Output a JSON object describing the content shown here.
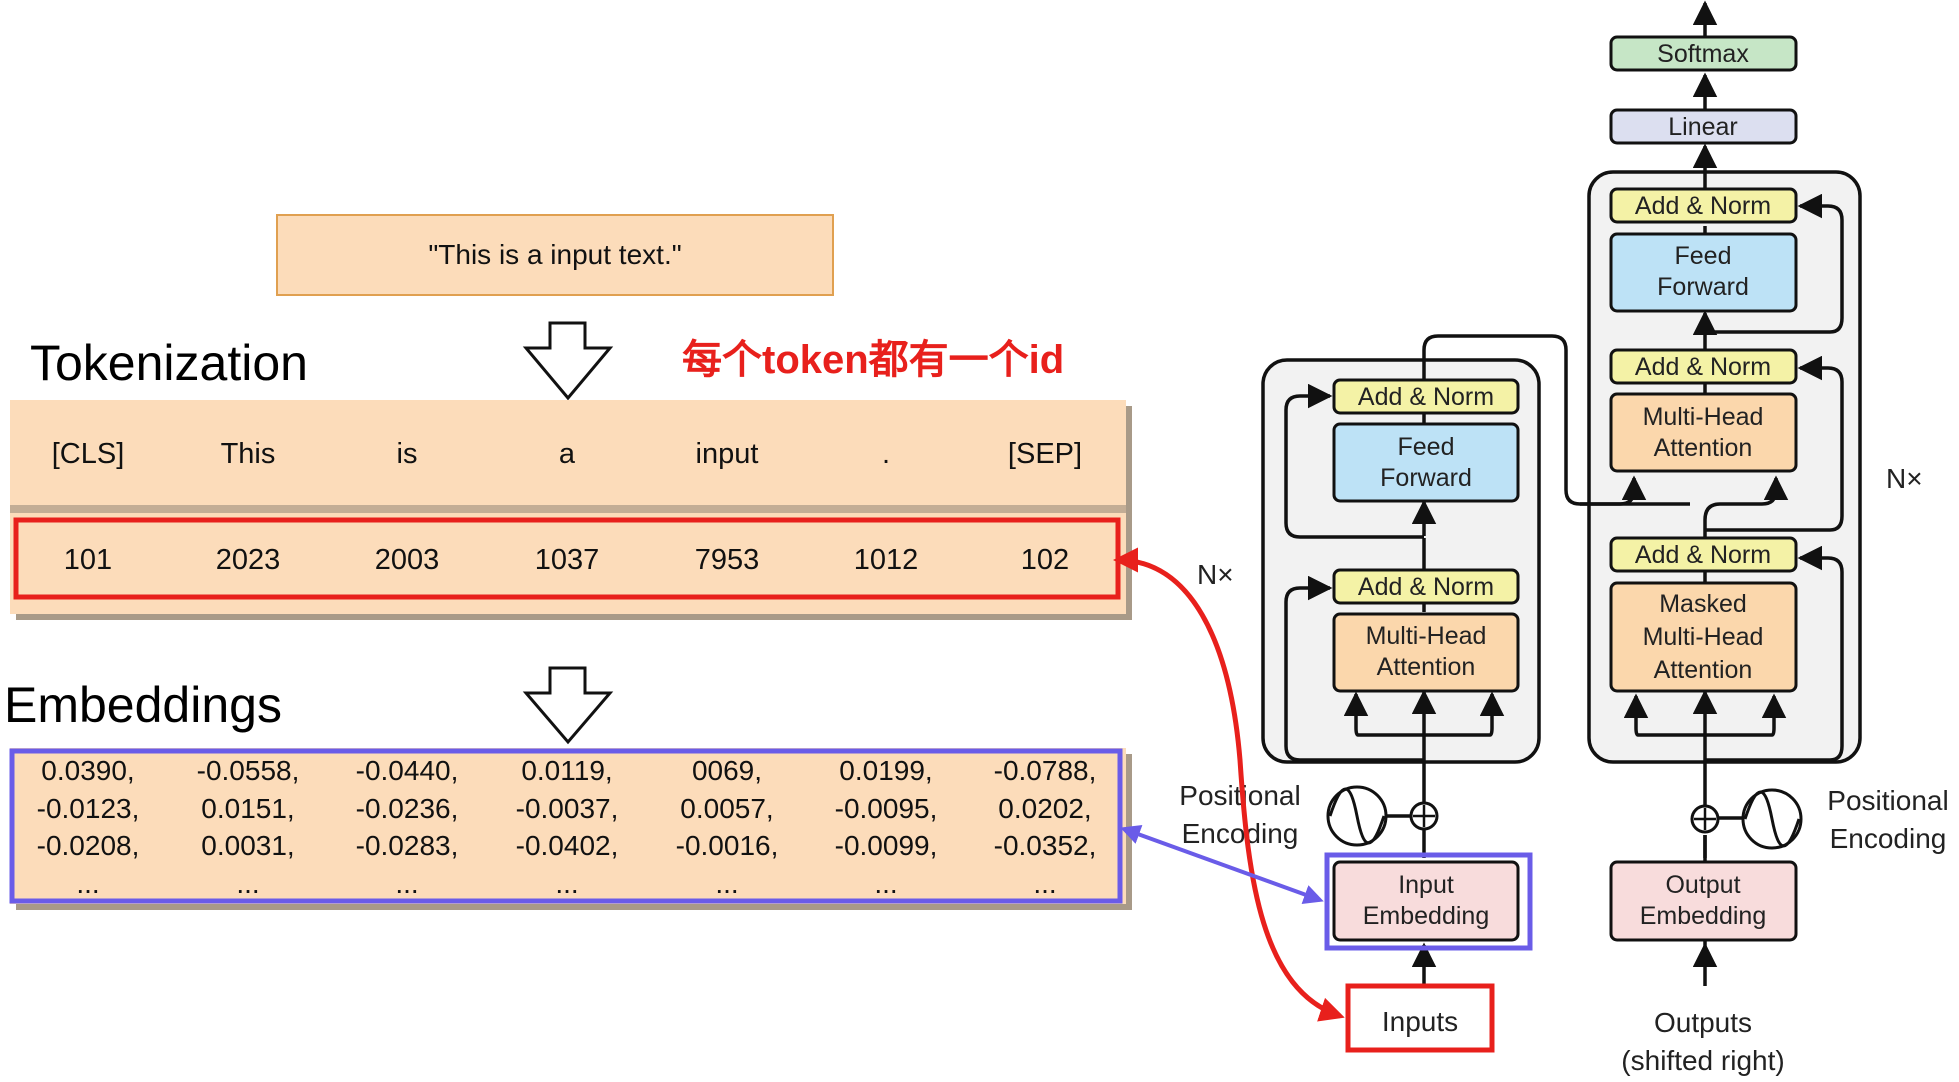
{
  "input_text": "\"This is a input text.\"",
  "tokenization": {
    "heading": "Tokenization",
    "note": "每个token都有一个id",
    "tokens": [
      "[CLS]",
      "This",
      "is",
      "a",
      "input",
      ".",
      "[SEP]"
    ],
    "ids": [
      "101",
      "2023",
      "2003",
      "1037",
      "7953",
      "1012",
      "102"
    ]
  },
  "embeddings": {
    "heading": "Embeddings",
    "columns": [
      [
        "0.0390,",
        "-0.0123,",
        "-0.0208,",
        "..."
      ],
      [
        "-0.0558,",
        "0.0151,",
        "0.0031,",
        "..."
      ],
      [
        "-0.0440,",
        "-0.0236,",
        "-0.0283,",
        "..."
      ],
      [
        "0.0119,",
        "-0.0037,",
        "-0.0402,",
        "..."
      ],
      [
        "0069,",
        "0.0057,",
        "-0.0016,",
        "..."
      ],
      [
        "0.0199,",
        "-0.0095,",
        "-0.0099,",
        "..."
      ],
      [
        "-0.0788,",
        "0.0202,",
        "-0.0352,",
        "..."
      ]
    ]
  },
  "transformer": {
    "softmax": "Softmax",
    "linear": "Linear",
    "add_norm": "Add & Norm",
    "feed_forward": [
      "Feed",
      "Forward"
    ],
    "multi_head_attention": [
      "Multi-Head",
      "Attention"
    ],
    "masked_multi_head_attention": [
      "Masked",
      "Multi-Head",
      "Attention"
    ],
    "nx": "N×",
    "positional_encoding": [
      "Positional",
      "Encoding"
    ],
    "input_embedding": [
      "Input",
      "Embedding"
    ],
    "output_embedding": [
      "Output",
      "Embedding"
    ],
    "inputs": "Inputs",
    "outputs": [
      "Outputs",
      "(shifted right)"
    ]
  },
  "colors": {
    "peach": "#fcdcba",
    "peach_border": "#e0a050",
    "red": "#e8201c",
    "blue_frame": "#6a5ce8",
    "add_norm": "#f4f2a6",
    "feed_forward": "#bde2f6",
    "attention": "#fbd7ac",
    "embedding": "#f8dcdc",
    "linear": "#dcdff0",
    "softmax": "#c6e6c6"
  }
}
